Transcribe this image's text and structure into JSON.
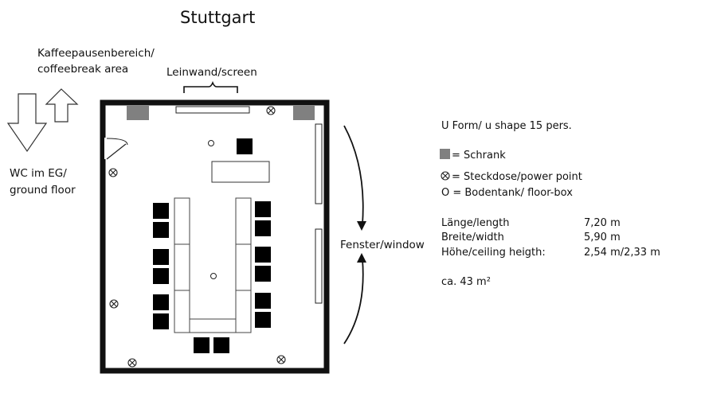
{
  "title": "Stuttgart",
  "labels": {
    "coffee_line1": "Kaffeepausenbereich/",
    "coffee_line2": "coffeebreak area",
    "screen": "Leinwand/screen",
    "wc_line1": "WC im EG/",
    "wc_line2": "ground floor",
    "window": "Fenster/window"
  },
  "legend": {
    "heading": "U Form/ u shape 15 pers.",
    "cabinet": "= Schrank",
    "socket": "= Steckdose/power point",
    "floorbox": "O = Bodentank/ floor-box"
  },
  "specs": [
    {
      "label": "Länge/length",
      "value": "7,20 m"
    },
    {
      "label": "Breite/width",
      "value": "5,90 m"
    },
    {
      "label": "Höhe/ceiling heigth:",
      "value": "2,54 m/2,33 m"
    }
  ],
  "area": "ca. 43 m²",
  "colors": {
    "wall": "#111111",
    "cabinet": "#808080",
    "chair": "#000000",
    "table_stroke": "#444444"
  },
  "icons": {
    "socket": "circle-cross-icon",
    "floorbox": "small-circle-icon",
    "cabinet": "gray-square-icon"
  }
}
